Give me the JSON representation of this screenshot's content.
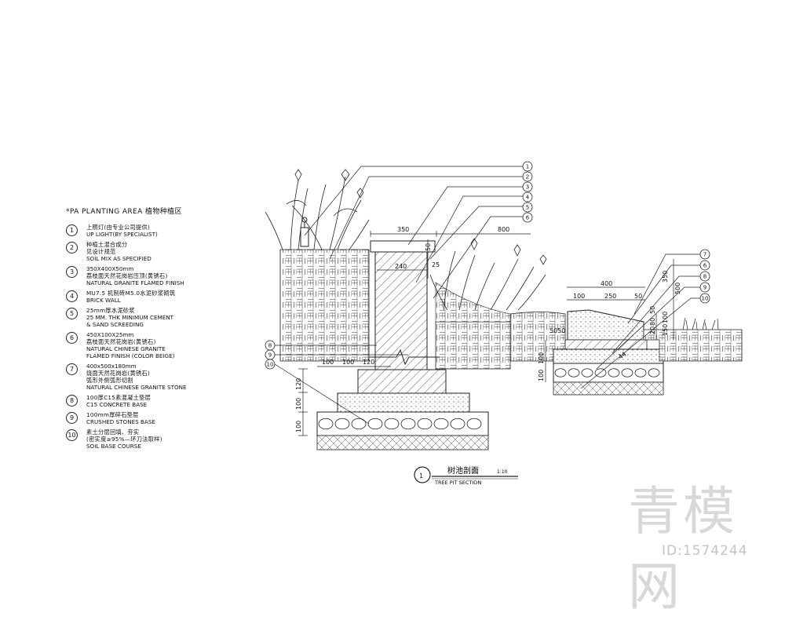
{
  "legend": {
    "title": "*PA   PLANTING AREA  植物种植区",
    "items": [
      {
        "num": "1",
        "lines": [
          "上照灯(由专业公司提供)",
          "UP LIGHT(BY SPECIALIST)"
        ]
      },
      {
        "num": "2",
        "lines": [
          "种植土混合成分",
          "见设计规范",
          "SOIL MIX AS SPECIFIED"
        ]
      },
      {
        "num": "3",
        "lines": [
          "350X400X50mm",
          "荔枝面天然花岗岩压顶(黄锈石)",
          "NATURAL GRANITE FLAMED FINISH"
        ]
      },
      {
        "num": "4",
        "lines": [
          "MU7.5 机制砖M5.0水泥砂浆砌筑",
          "BRICK WALL"
        ]
      },
      {
        "num": "5",
        "lines": [
          "25mm厚水泥砂浆",
          "25 MM. THK MINIMUM CEMENT",
          "& SAND SCREEDING"
        ]
      },
      {
        "num": "6",
        "lines": [
          "450X100X25mm",
          "荔枝面天然花岗岩(黄锈石)",
          "NATURAL CHINESE GRANITE",
          "FLAMED FINISH (COLOR BEIGE)"
        ]
      },
      {
        "num": "7",
        "lines": [
          "400x500x180mm",
          "烧面天然花岗岩(黄锈石)",
          "弧形外侧弧形切割",
          "NATURAL CHINESE GRANITE STONE"
        ]
      },
      {
        "num": "8",
        "lines": [
          "100厚C15素混凝土垫层",
          "C15 CONCRETE BASE"
        ]
      },
      {
        "num": "9",
        "lines": [
          "100mm厚碎石垫层",
          "CRUSHED STONES BASE"
        ]
      },
      {
        "num": "10",
        "lines": [
          "素土分层回填、夯实",
          "(密实度≥95%—环刀法取样)",
          "SOIL BASE COURSE"
        ]
      }
    ]
  },
  "dims": {
    "d350": "350",
    "d240": "240",
    "d50": "50",
    "d25": "25",
    "d800": "800",
    "d100a": "100",
    "d100b": "100",
    "d120a": "120",
    "d120b": "120",
    "d100v1": "100",
    "d100v2": "100",
    "r400": "400",
    "r100": "100",
    "r250": "250",
    "r50": "50",
    "r350": "350",
    "r500": "500",
    "r50b": "50",
    "r80": "80",
    "r20": "20",
    "r100c": "100",
    "r150": "150",
    "r5050": "5050",
    "r100v1": "100",
    "r100v2": "100",
    "r44": "44"
  },
  "callouts_left": [
    "1",
    "2",
    "3",
    "4",
    "5",
    "6"
  ],
  "callouts_left_bottom": [
    "8",
    "9",
    "10"
  ],
  "callouts_right": [
    "7",
    "6",
    "8",
    "9",
    "10"
  ],
  "caption": {
    "num": "1",
    "title_cn": "树池剖面",
    "scale": "1:10",
    "title_en": "TREE PIT SECTION"
  },
  "watermark": {
    "brand": "青模网",
    "id": "ID:1574244"
  }
}
